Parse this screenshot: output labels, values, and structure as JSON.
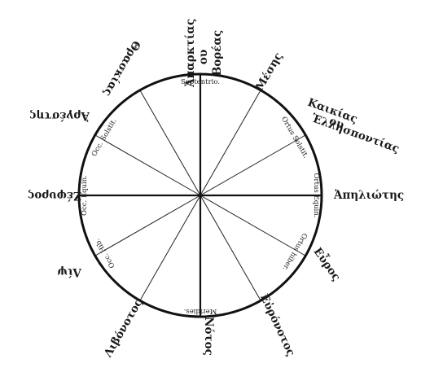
{
  "outer_labels": {
    "north": [
      "Ἀπαρκτίας",
      "ου",
      "Βορέας"
    ],
    "nne": "Μέσης",
    "ene": [
      "Καικίας",
      "ου",
      "Ἑλλησποντίας"
    ],
    "east": "Ἀπηλιώτης",
    "ese": "Εὖρος",
    "sse": "Εὐρόνοτος",
    "south": "Νότος",
    "ssw": "Λιβόνοτος",
    "wsw": "Λίψ",
    "west": "Ζέφυρος",
    "wnw": "Ἀργέστης",
    "nnw": "Θρασκίας"
  },
  "inner_labels": {
    "north": "Septentrio.",
    "ene": "Ortus Solstit.",
    "east": "Ortus Equin.",
    "ese": "Ortus hiber.",
    "south": "Meridies.",
    "wsw": "Occ. Hib.",
    "west": "Occ. Equin.",
    "wnw": "Occ. Solstit."
  }
}
